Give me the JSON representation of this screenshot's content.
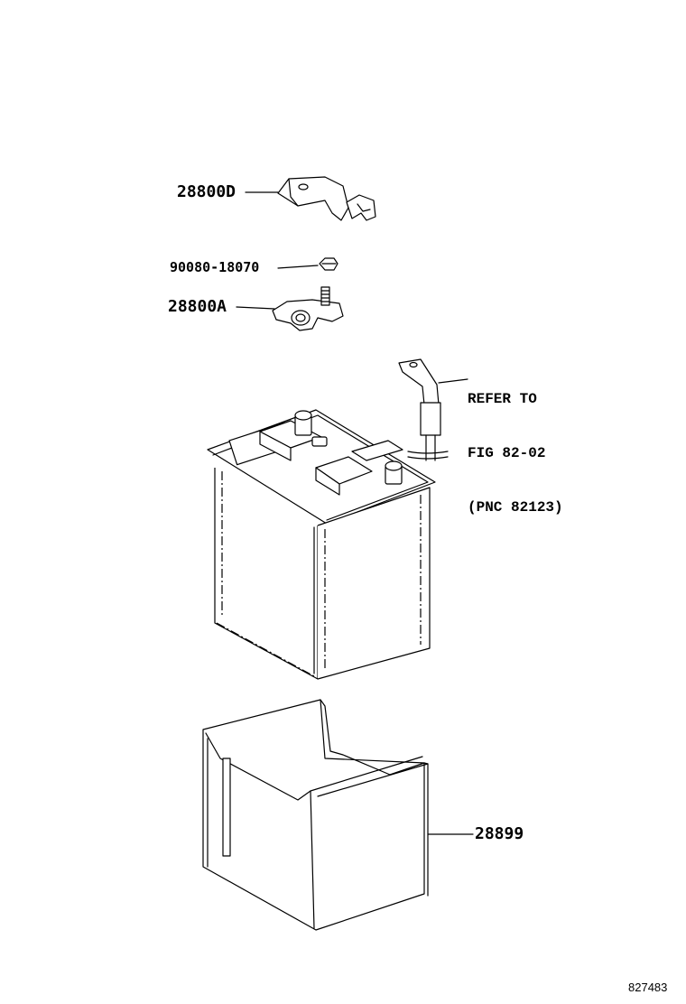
{
  "labels": {
    "clamp_cover": "28800D",
    "nut": "90080-18070",
    "terminal_clamp": "28800A",
    "battery_tray": "28899"
  },
  "reference_note": {
    "line1": "REFER TO",
    "line2": "FIG 82-02",
    "line3": "(PNC 82123)"
  },
  "figure_number": "827483",
  "colors": {
    "ink": "#000000",
    "paper": "#ffffff"
  }
}
